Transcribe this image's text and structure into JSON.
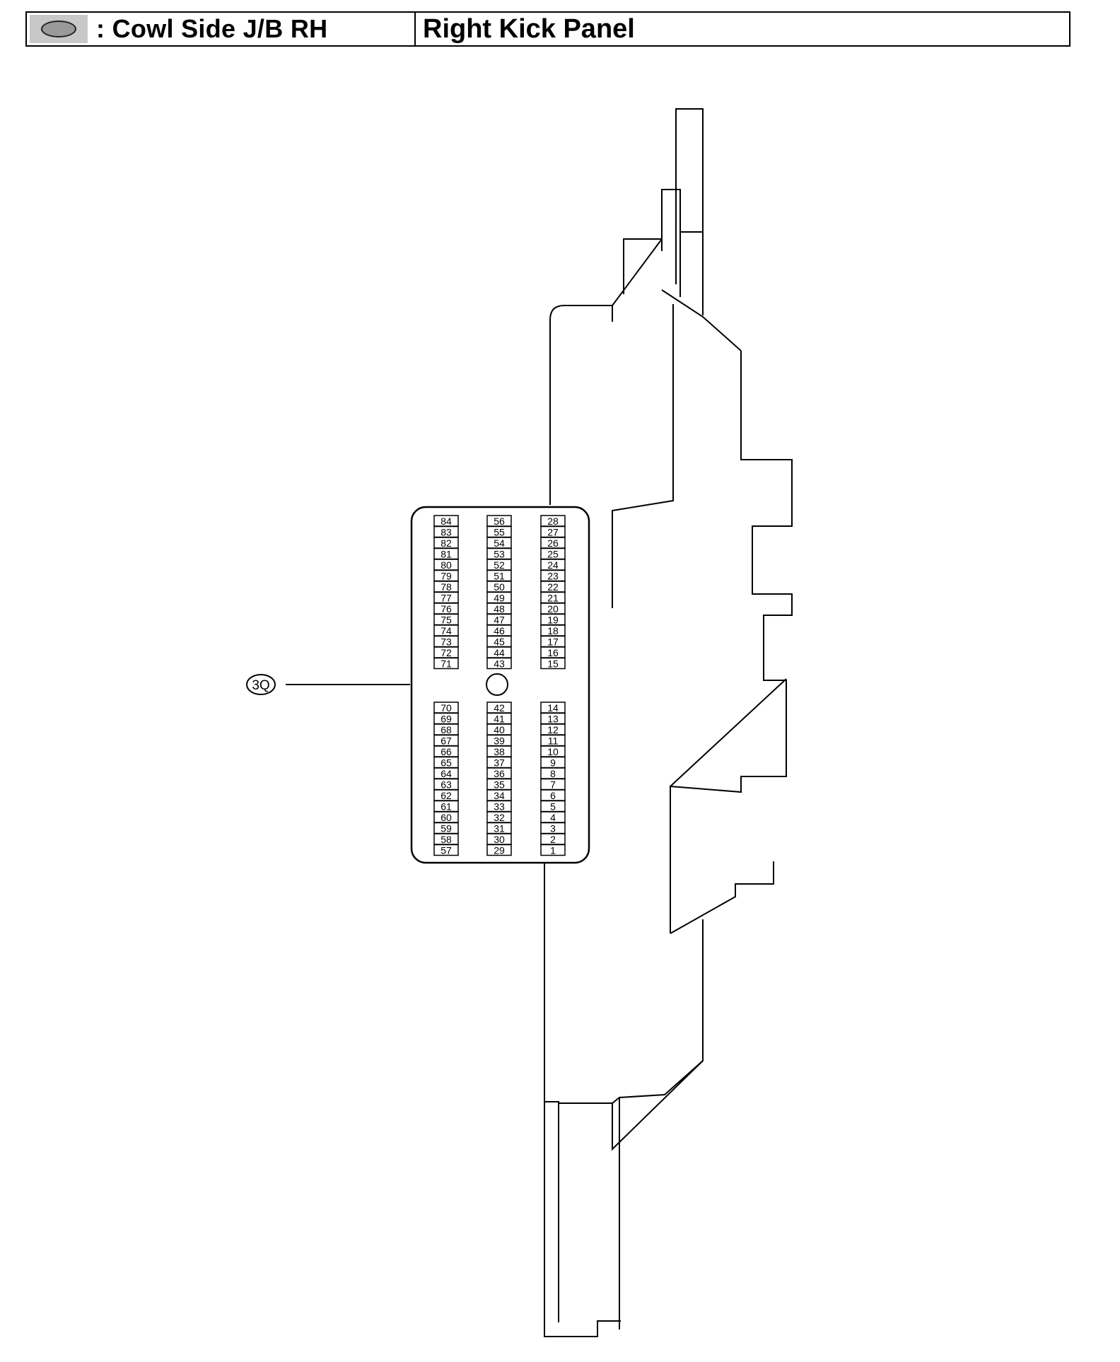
{
  "header": {
    "icon": "junction-block-oval-icon",
    "title": ": Cowl Side J/B RH",
    "location": "Right Kick Panel"
  },
  "connector": {
    "label": "3Q",
    "columns": [
      {
        "upper": [
          84,
          83,
          82,
          81,
          80,
          79,
          78,
          77,
          76,
          75,
          74,
          73,
          72,
          71
        ],
        "lower": [
          70,
          69,
          68,
          67,
          66,
          65,
          64,
          63,
          62,
          61,
          60,
          59,
          58,
          57
        ]
      },
      {
        "upper": [
          56,
          55,
          54,
          53,
          52,
          51,
          50,
          49,
          48,
          47,
          46,
          45,
          44,
          43
        ],
        "lower": [
          42,
          41,
          40,
          39,
          38,
          37,
          36,
          35,
          34,
          33,
          32,
          31,
          30,
          29
        ]
      },
      {
        "upper": [
          28,
          27,
          26,
          25,
          24,
          23,
          22,
          21,
          20,
          19,
          18,
          17,
          16,
          15
        ],
        "lower": [
          14,
          13,
          12,
          11,
          10,
          9,
          8,
          7,
          6,
          5,
          4,
          3,
          2,
          1
        ]
      }
    ]
  }
}
